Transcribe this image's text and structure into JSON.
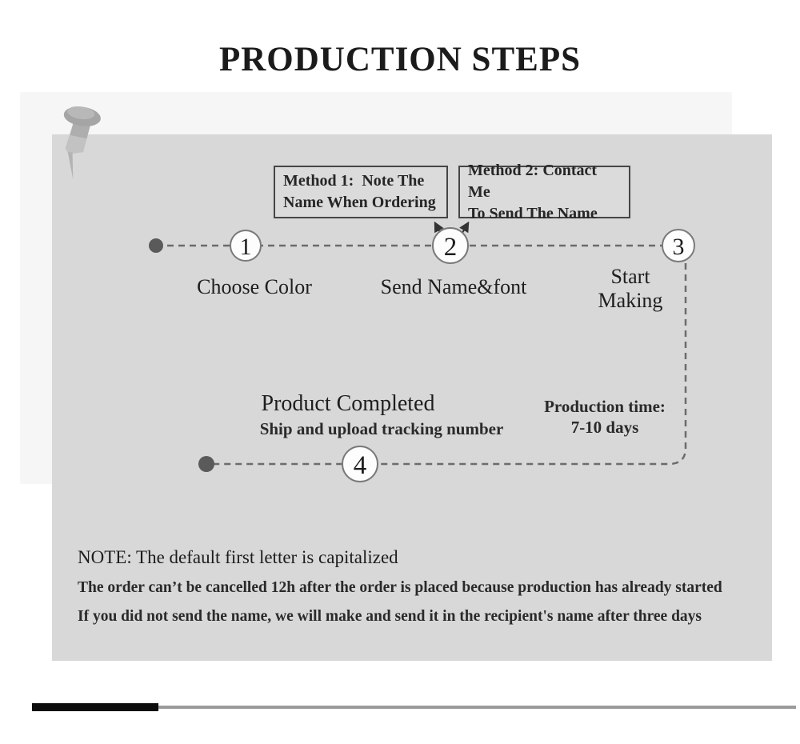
{
  "title": "PRODUCTION STEPS",
  "flow": {
    "methods": [
      {
        "line1": "Method 1:  Note The",
        "line2": "Name When Ordering"
      },
      {
        "line1": "Method 2: Contact Me",
        "line2": "To Send The Name"
      }
    ],
    "steps": [
      {
        "number": "1",
        "label": "Choose Color"
      },
      {
        "number": "2",
        "label": "Send Name&font"
      },
      {
        "number": "3",
        "label_line1": "Start",
        "label_line2": "Making"
      },
      {
        "number": "4",
        "label": "Product Completed",
        "sublabel": "Ship and upload tracking number"
      }
    ],
    "production_time": {
      "line1": "Production time:",
      "line2": "7-10 days"
    }
  },
  "note": {
    "heading": "NOTE: The default first letter is capitalized",
    "lines": [
      "The order can’t be cancelled 12h after the order is placed because production has already started",
      "If you did not send the name, we will make and send it in the recipient's name after three days"
    ]
  },
  "colors": {
    "page_background": "#ffffff",
    "outer_card": "#f6f6f6",
    "panel": "#d8d8d8",
    "box_border": "#454545",
    "dashed_line": "#6b6b6b",
    "circle_fill": "#fdfdfd",
    "circle_border": "#7a7a7a",
    "text": "#1f1f1f",
    "bar_black": "#0d0d0d",
    "bar_gray": "#9a9a9a"
  }
}
